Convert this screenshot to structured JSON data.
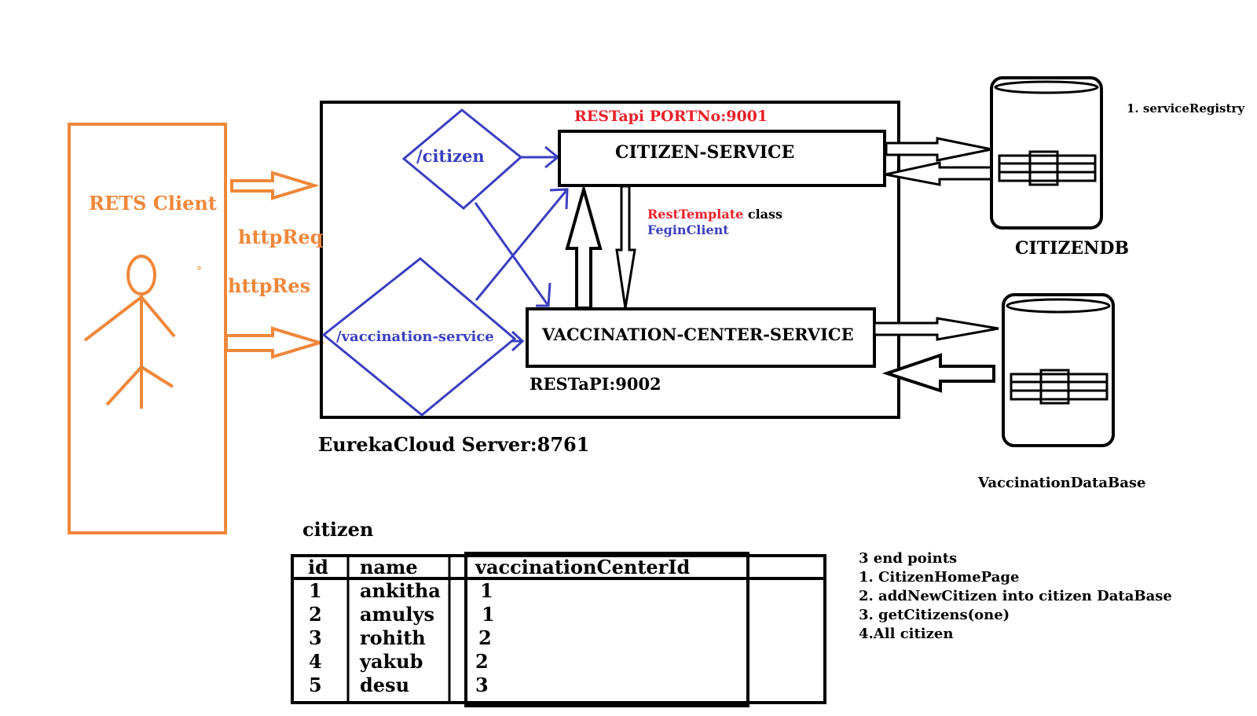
{
  "client": {
    "title": "RETS Client",
    "http_req": "httpReq",
    "http_res": "httpRes",
    "dot": "°"
  },
  "eureka": {
    "label": "EurekaCloud Server:8761"
  },
  "routes": {
    "citizen": "/citizen",
    "vaccination": "/vaccination-service"
  },
  "citizen_service": {
    "name": "CITIZEN-SERVICE",
    "port_label": "RESTapi  PORTNo:9001"
  },
  "vaccination_service": {
    "name": "VACCINATION-CENTER-SERVICE",
    "port_label": "RESTaPI:9002"
  },
  "communication": {
    "rest_template": "RestTemplate",
    "class_word": "class",
    "feign": "FeginClient"
  },
  "databases": {
    "citizen_db": "CITIZENDB",
    "vaccination_db": "VaccinationDataBase"
  },
  "notes": {
    "service_registry": "1. serviceRegistry"
  },
  "citizen_table": {
    "title": "citizen",
    "headers": [
      "id",
      "name",
      "vaccinationCenterId"
    ],
    "rows": [
      [
        "1",
        "ankitha",
        "1"
      ],
      [
        "2",
        "amulys",
        "1"
      ],
      [
        "3",
        "rohith",
        "2"
      ],
      [
        "4",
        "yakub",
        "2"
      ],
      [
        "5",
        "desu",
        "3"
      ]
    ]
  },
  "endpoints": {
    "title": "3 end points",
    "items": [
      "1. CitizenHomePage",
      "2. addNewCitizen into citizen DataBase",
      "3. getCitizens(one)",
      "4.All citizen"
    ]
  },
  "colors": {
    "orange": "#f0873a",
    "blue": "#3a3fc0",
    "red": "#e8202a",
    "black": "#000000"
  }
}
